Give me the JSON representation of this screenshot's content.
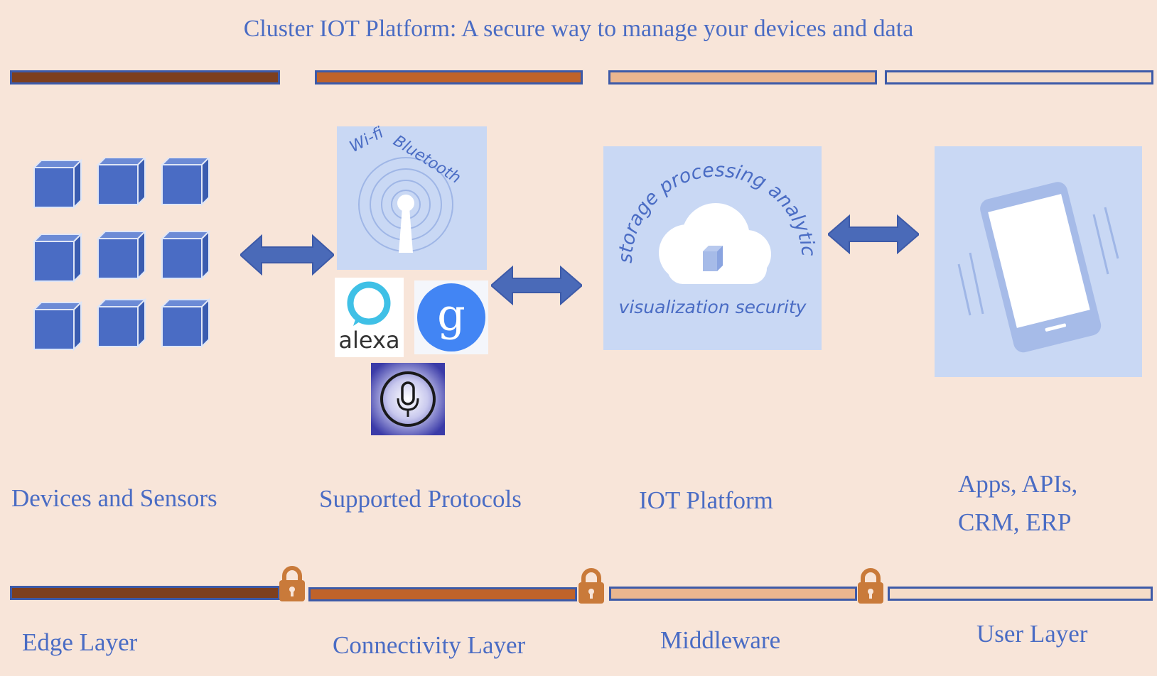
{
  "title": "Cluster IOT Platform: A secure way to manage your devices and data",
  "colors": {
    "background": "#f8e5d9",
    "text": "#4a6cc4",
    "edge": "#7d3f1e",
    "connectivity": "#c0632a",
    "middleware": "#ebb68f",
    "user": "#f5dcc8",
    "border": "#3d5aa8",
    "arrow": "#4a6ab8",
    "lock": "#c97a3a",
    "panel": "#c9d8f4"
  },
  "columns": [
    {
      "label": "Devices and Sensors",
      "layer": "Edge Layer"
    },
    {
      "label": "Supported Protocols",
      "layer": "Connectivity Layer"
    },
    {
      "label": "IOT Platform",
      "layer": "Middleware"
    },
    {
      "label_line1": "Apps, APIs,",
      "label_line2": "CRM, ERP",
      "layer": "User Layer"
    }
  ],
  "protocols": {
    "wifi": "Wi-fi",
    "bluetooth": "Bluetooth",
    "alexa": "alexa",
    "google": "g"
  },
  "platform": {
    "storage": "storage",
    "processing": "processing",
    "analytics": "analytics",
    "visualization": "visualization",
    "security": "security"
  },
  "icons": [
    "device-cube-icon",
    "double-arrow-icon",
    "wifi-signal-icon",
    "alexa-icon",
    "google-icon",
    "siri-mic-icon",
    "cloud-icon",
    "smartphone-icon",
    "lock-icon"
  ]
}
